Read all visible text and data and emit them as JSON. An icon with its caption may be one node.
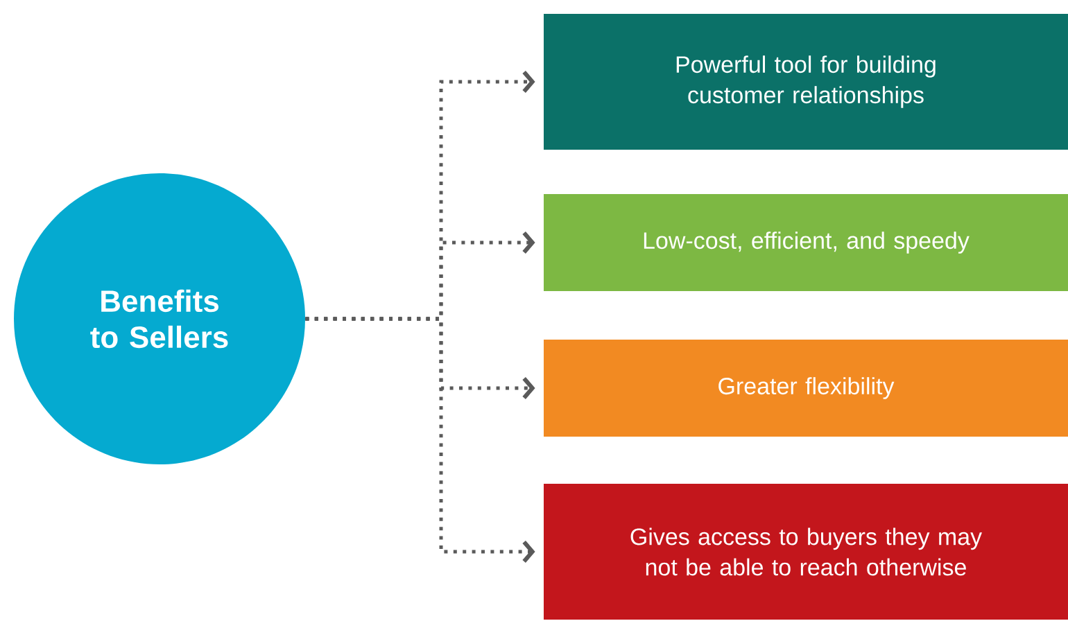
{
  "diagram": {
    "nodes": [
      {
        "text": [
          "Benefits to Sellers"
        ]
      },
      {
        "text": [
          "Powerful tool for building customer relationships"
        ]
      },
      {
        "text": [
          "Low-cost, efficient, and speedy"
        ]
      },
      {
        "text": [
          "Greater flexibility"
        ]
      },
      {
        "text": [
          "Gives access to buyers they may not be able to reach otherwise"
        ]
      }
    ],
    "edges": [
      {
        "from": 0,
        "to": 1,
        "arrow": "to"
      },
      {
        "from": 0,
        "to": 2,
        "arrow": "to"
      },
      {
        "from": 0,
        "to": 3,
        "arrow": "to"
      },
      {
        "from": 0,
        "to": 4,
        "arrow": "to"
      }
    ]
  }
}
